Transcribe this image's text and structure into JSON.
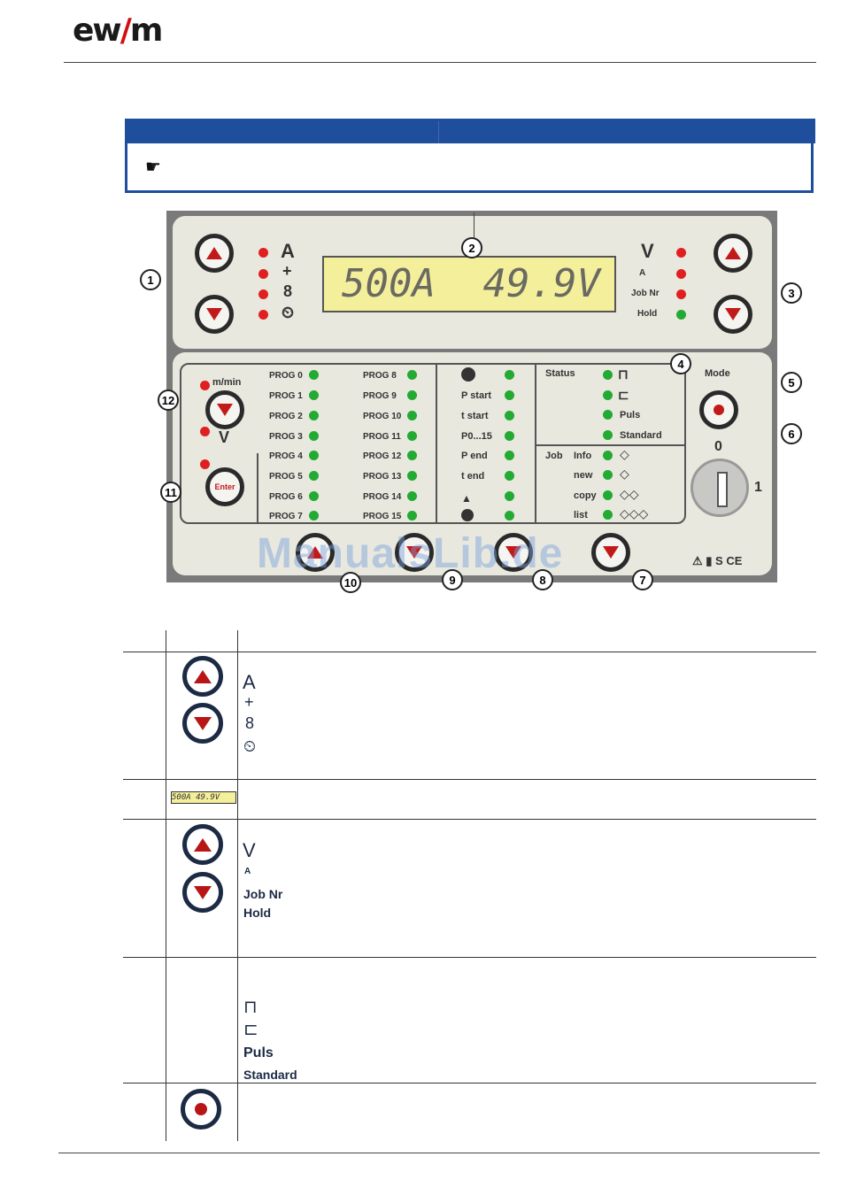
{
  "header": {
    "logo_main": "ew",
    "logo_slash": "/",
    "logo_end": "m"
  },
  "note": {
    "icon": "pointing-hand-icon"
  },
  "panel": {
    "display_current": "500A",
    "display_voltage": "49.9V",
    "left_symbols": [
      "A",
      "+",
      "8",
      "⏲"
    ],
    "right_labels": {
      "v": "V",
      "ia": "A",
      "job": "Job Nr",
      "hold": "Hold"
    },
    "mmin": "m/min",
    "v_label": "V",
    "enter": "Enter",
    "prog_left": [
      "PROG 0",
      "PROG 1",
      "PROG 2",
      "PROG 3",
      "PROG 4",
      "PROG 5",
      "PROG 6",
      "PROG 7"
    ],
    "prog_right": [
      "PROG 8",
      "PROG 9",
      "PROG 10",
      "PROG 11",
      "PROG 12",
      "PROG 13",
      "PROG 14",
      "PROG 15"
    ],
    "params": [
      "",
      "P start",
      "t start",
      "P0...15",
      "P end",
      "t end",
      "",
      ""
    ],
    "status_title": "Status",
    "status_items": [
      "",
      "",
      "Puls",
      "Standard"
    ],
    "job_title": "Job",
    "job_items": [
      "Info",
      "new",
      "copy",
      "list"
    ],
    "mode_label": "Mode",
    "key_0": "0",
    "key_1": "1",
    "watermark": "ManualsLib.de",
    "callouts": [
      "1",
      "2",
      "3",
      "4",
      "5",
      "6",
      "7",
      "8",
      "9",
      "10",
      "11",
      "12"
    ]
  },
  "table": {
    "row1_symbols": [
      "A",
      "+",
      "8",
      "⏲"
    ],
    "row2_display": "500A   49.9V",
    "row3_symbols": {
      "v": "V",
      "ia": "A",
      "job": "Job Nr",
      "hold": "Hold"
    },
    "row4_items": {
      "puls": "Puls",
      "standard": "Standard"
    }
  }
}
